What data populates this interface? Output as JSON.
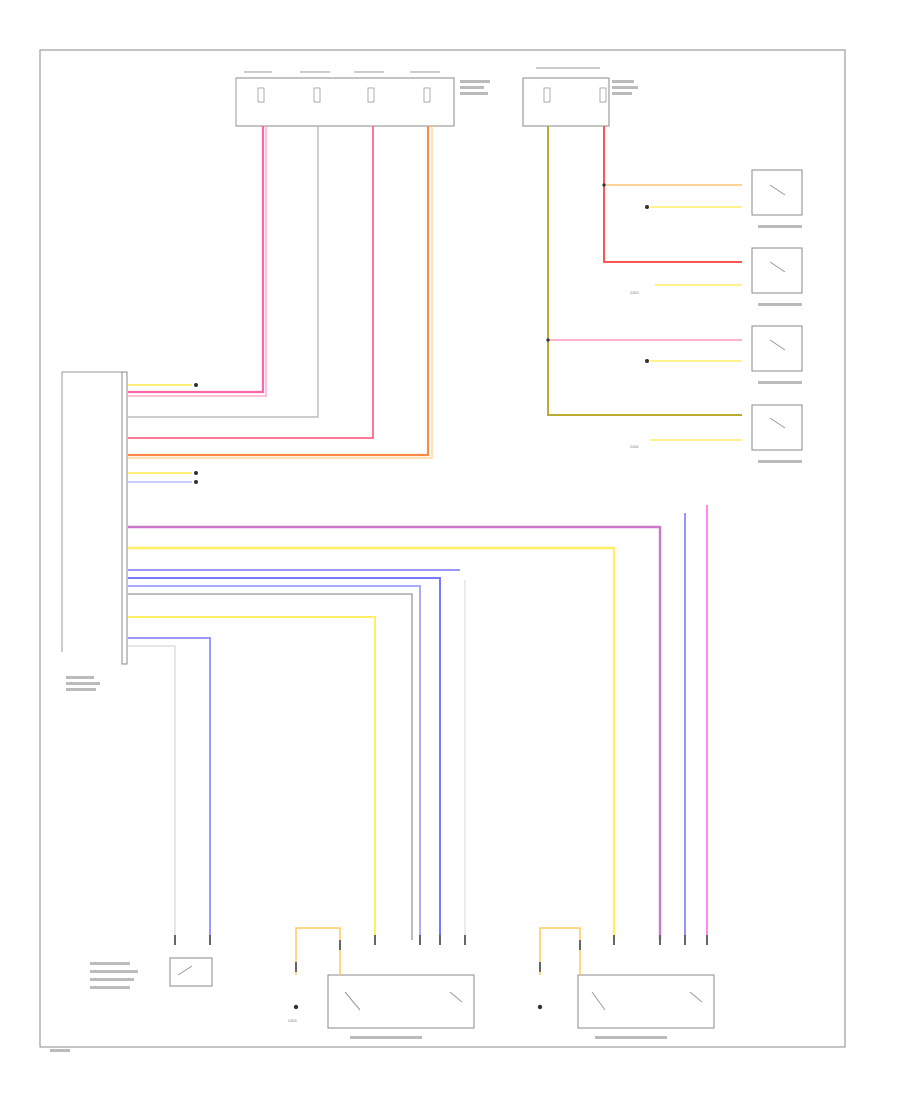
{
  "colors": {
    "pink": "#ff66aa",
    "pink_light": "#ff99bb",
    "red": "#ff5555",
    "orange": "#ff8844",
    "tan": "#ffbb77",
    "yellow": "#ffee66",
    "olive": "#bbaa33",
    "violet": "#cc77cc",
    "blue": "#7777ff",
    "blue_light": "#aaaaff",
    "gray": "#999999",
    "white_wire": "#dddddd",
    "magenta": "#ff77ff",
    "frame": "#888888"
  },
  "labels": {
    "bottom_left_code": "",
    "ground_left_lock": "G303",
    "ground_driver_switch": "G303",
    "ground_passenger_switch": "G304"
  }
}
